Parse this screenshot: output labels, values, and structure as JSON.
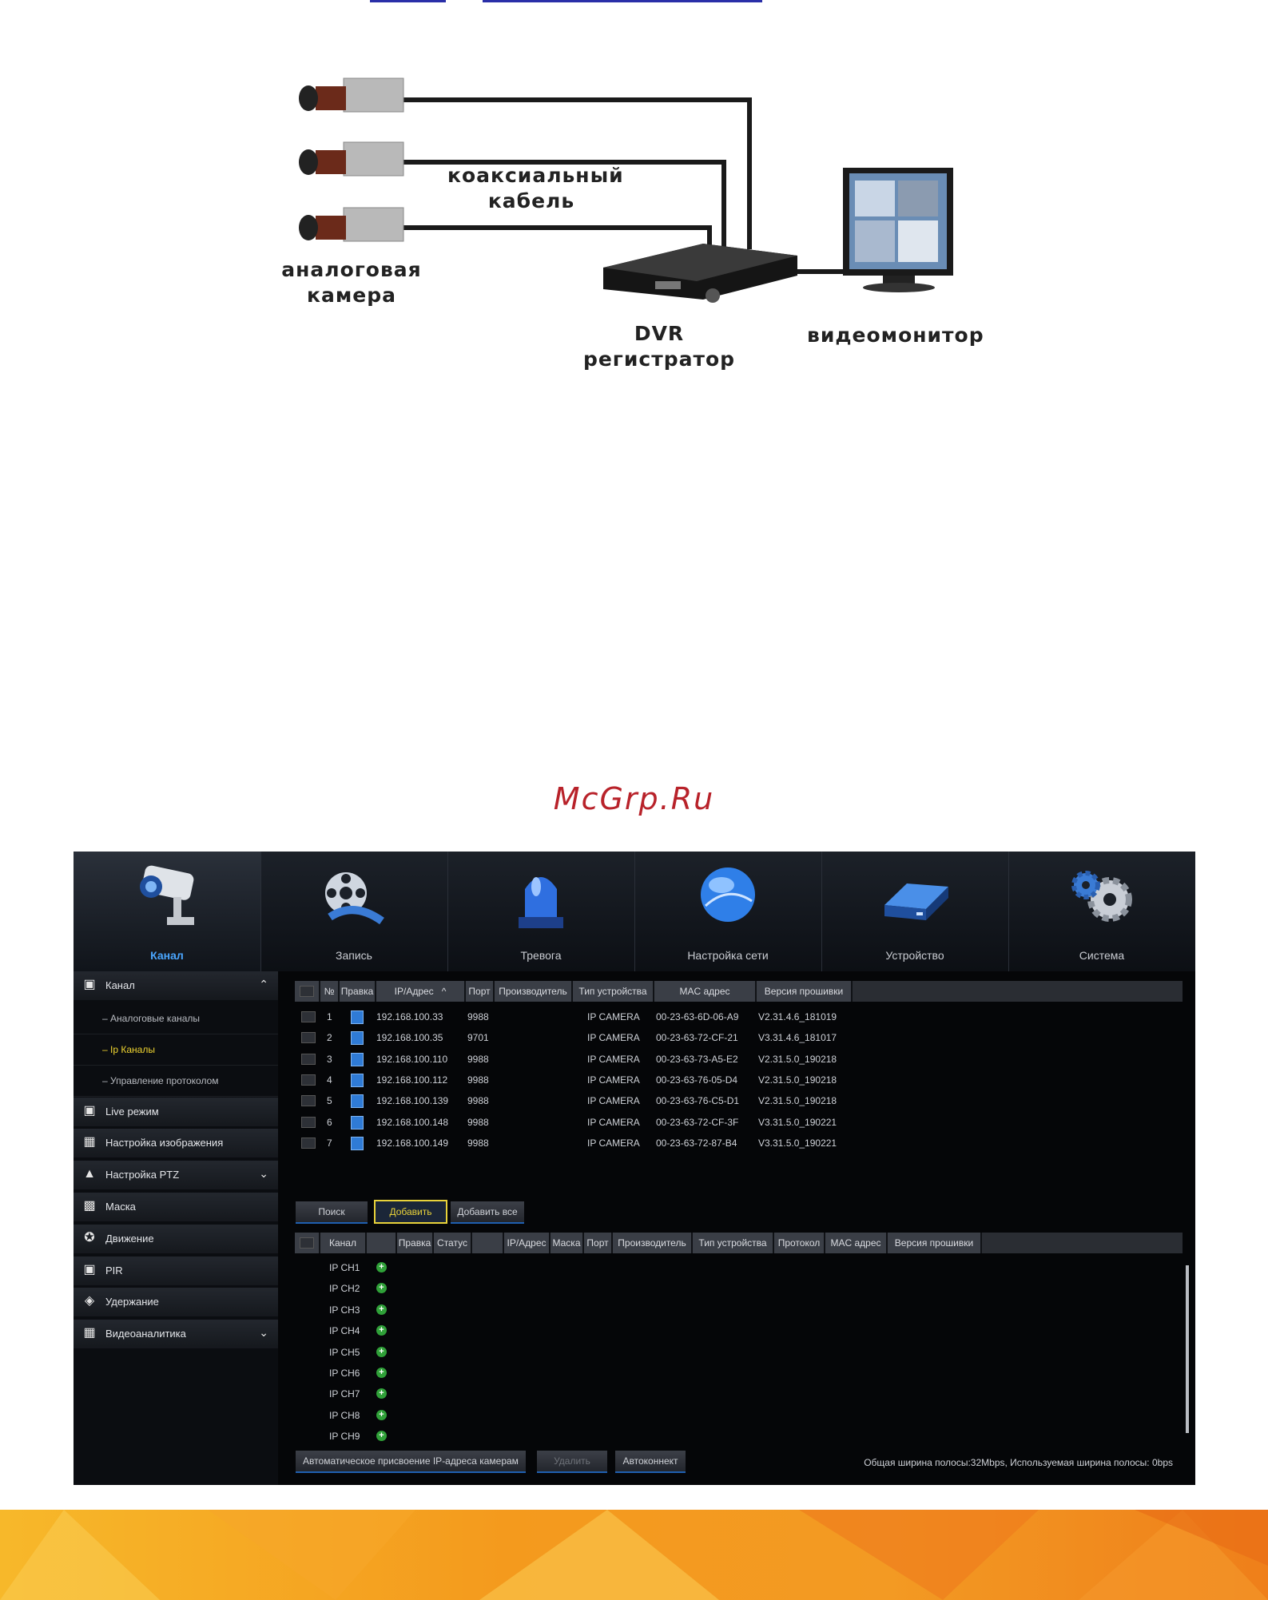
{
  "diagram": {
    "cable_label_line1": "коаксиальный",
    "cable_label_line2": "кабель",
    "camera_label_line1": "аналоговая",
    "camera_label_line2": "камера",
    "dvr_label": "DVR регистратор",
    "monitor_label": "видеомонитор"
  },
  "watermark": "McGrp.Ru",
  "nvr": {
    "tabs": [
      {
        "label": "Канал",
        "icon": "camera-icon",
        "active": true
      },
      {
        "label": "Запись",
        "icon": "film-reel-icon"
      },
      {
        "label": "Тревога",
        "icon": "alarm-light-icon"
      },
      {
        "label": "Настройка сети",
        "icon": "globe-icon"
      },
      {
        "label": "Устройство",
        "icon": "hard-drive-icon"
      },
      {
        "label": "Система",
        "icon": "gears-icon"
      }
    ],
    "sidebar": {
      "items": [
        {
          "label": "Канал",
          "icon": "camera-icon"
        },
        {
          "label": "Live режим",
          "icon": "monitor-icon"
        },
        {
          "label": "Настройка изображения",
          "icon": "image-settings-icon"
        },
        {
          "label": "Настройка PTZ",
          "icon": "ptz-icon"
        },
        {
          "label": "Маска",
          "icon": "mask-icon"
        },
        {
          "label": "Движение",
          "icon": "motion-icon"
        },
        {
          "label": "PIR",
          "icon": "pir-icon"
        },
        {
          "label": "Удержание",
          "icon": "hold-icon"
        },
        {
          "label": "Видеоаналитика",
          "icon": "analytics-icon"
        }
      ],
      "subitems": [
        {
          "label": "Аналоговые каналы"
        },
        {
          "label": "Ip Каналы",
          "selected": true
        },
        {
          "label": "Управление протоколом"
        }
      ]
    },
    "found_table": {
      "headers": [
        "№",
        "Правка",
        "IP/Адрес",
        "Порт",
        "Производитель",
        "Тип устройства",
        "MAC адрес",
        "Версия прошивки"
      ],
      "sort_indicator": "^",
      "rows": [
        {
          "no": "1",
          "ip": "192.168.100.33",
          "port": "9988",
          "type": "IP CAMERA",
          "mac": "00-23-63-6D-06-A9",
          "fw": "V2.31.4.6_181019"
        },
        {
          "no": "2",
          "ip": "192.168.100.35",
          "port": "9701",
          "type": "IP CAMERA",
          "mac": "00-23-63-72-CF-21",
          "fw": "V3.31.4.6_181017"
        },
        {
          "no": "3",
          "ip": "192.168.100.110",
          "port": "9988",
          "type": "IP CAMERA",
          "mac": "00-23-63-73-A5-E2",
          "fw": "V2.31.5.0_190218"
        },
        {
          "no": "4",
          "ip": "192.168.100.112",
          "port": "9988",
          "type": "IP CAMERA",
          "mac": "00-23-63-76-05-D4",
          "fw": "V2.31.5.0_190218"
        },
        {
          "no": "5",
          "ip": "192.168.100.139",
          "port": "9988",
          "type": "IP CAMERA",
          "mac": "00-23-63-76-C5-D1",
          "fw": "V2.31.5.0_190218"
        },
        {
          "no": "6",
          "ip": "192.168.100.148",
          "port": "9988",
          "type": "IP CAMERA",
          "mac": "00-23-63-72-CF-3F",
          "fw": "V3.31.5.0_190221"
        },
        {
          "no": "7",
          "ip": "192.168.100.149",
          "port": "9988",
          "type": "IP CAMERA",
          "mac": "00-23-63-72-87-B4",
          "fw": "V3.31.5.0_190221"
        }
      ]
    },
    "buttons": {
      "search": "Поиск",
      "add": "Добавить",
      "add_all": "Добавить все",
      "auto_assign": "Автоматическое присвоение IP-адреса камерам",
      "delete": "Удалить",
      "auto_connect": "Автоконнект"
    },
    "added_table": {
      "headers": [
        "Канал",
        "",
        "Правка",
        "Статус",
        "",
        "IP/Адрес",
        "Маска",
        "Порт",
        "Производитель",
        "Тип устройства",
        "Протокол",
        "MAC адрес",
        "Версия прошивки"
      ],
      "rows": [
        "IP CH1",
        "IP CH2",
        "IP CH3",
        "IP CH4",
        "IP CH5",
        "IP CH6",
        "IP CH7",
        "IP CH8",
        "IP CH9"
      ]
    },
    "bandwidth_text": "Общая ширина полосы:32Mbps, Используемая ширина полосы: 0bps",
    "colors": {
      "accent": "#4aa6ff",
      "selected": "#f0d531",
      "add_icon": "#2fa038"
    }
  }
}
